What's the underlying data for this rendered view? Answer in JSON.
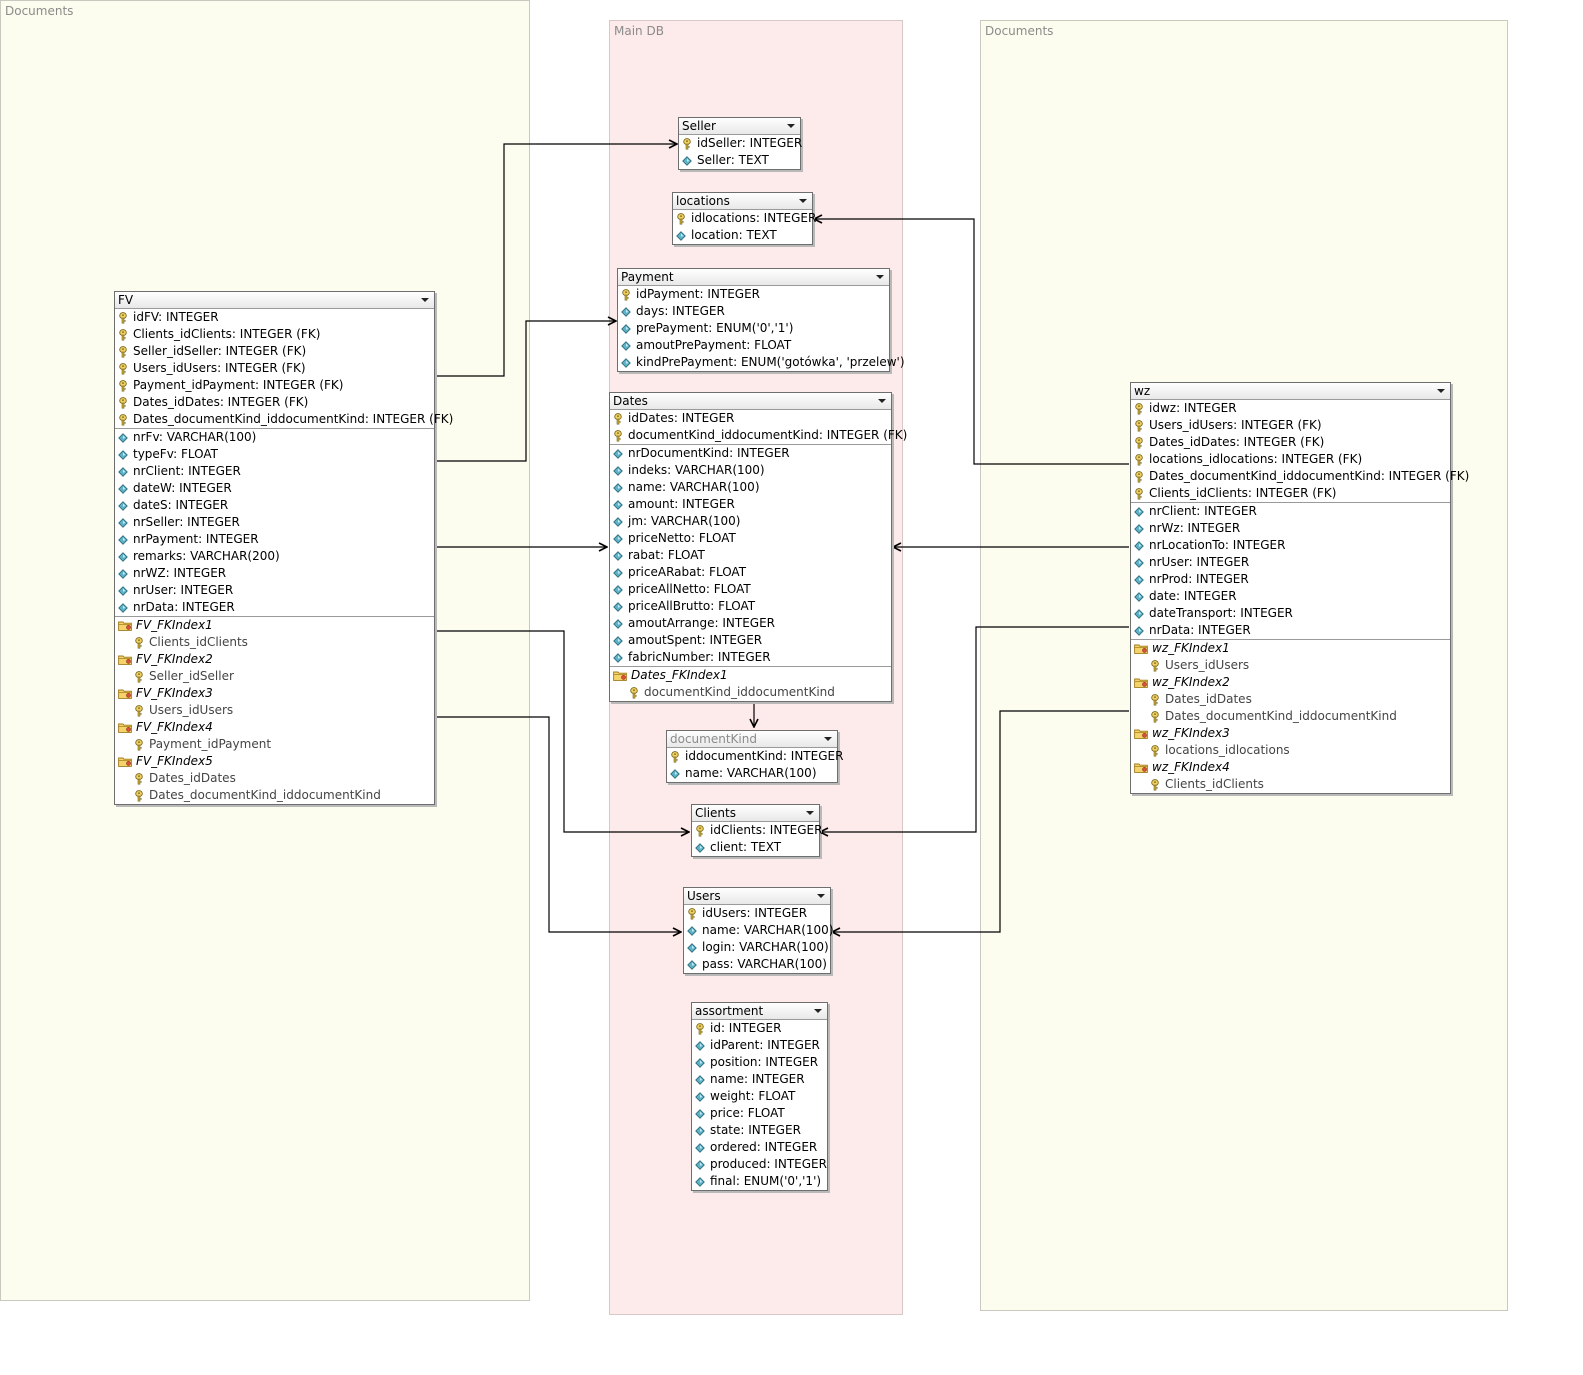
{
  "regions": {
    "left": "Documents",
    "middle": "Main DB",
    "right": "Documents"
  },
  "tables": {
    "seller": {
      "title": "Seller",
      "sections": [
        [
          {
            "icon": "key",
            "text": "idSeller: INTEGER"
          },
          {
            "icon": "diamond",
            "text": "Seller: TEXT"
          }
        ]
      ]
    },
    "locations": {
      "title": "locations",
      "sections": [
        [
          {
            "icon": "key",
            "text": "idlocations: INTEGER"
          },
          {
            "icon": "diamond",
            "text": "location: TEXT"
          }
        ]
      ]
    },
    "payment": {
      "title": "Payment",
      "sections": [
        [
          {
            "icon": "key",
            "text": "idPayment: INTEGER"
          },
          {
            "icon": "diamond",
            "text": "days: INTEGER"
          },
          {
            "icon": "diamond",
            "text": "prePayment: ENUM('0','1')"
          },
          {
            "icon": "diamond",
            "text": "amoutPrePayment: FLOAT"
          },
          {
            "icon": "diamond",
            "text": "kindPrePayment: ENUM('gotówka', 'przelew')"
          }
        ]
      ]
    },
    "dates": {
      "title": "Dates",
      "sections": [
        [
          {
            "icon": "key",
            "text": "idDates: INTEGER"
          },
          {
            "icon": "key",
            "text": "documentKind_iddocumentKind: INTEGER (FK)"
          }
        ],
        [
          {
            "icon": "diamond",
            "text": "nrDocumentKind: INTEGER"
          },
          {
            "icon": "diamond",
            "text": "indeks: VARCHAR(100)"
          },
          {
            "icon": "diamond",
            "text": "name: VARCHAR(100)"
          },
          {
            "icon": "diamond",
            "text": "amount: INTEGER"
          },
          {
            "icon": "diamond",
            "text": "jm: VARCHAR(100)"
          },
          {
            "icon": "diamond",
            "text": "priceNetto: FLOAT"
          },
          {
            "icon": "diamond",
            "text": "rabat: FLOAT"
          },
          {
            "icon": "diamond",
            "text": "priceARabat: FLOAT"
          },
          {
            "icon": "diamond",
            "text": "priceAllNetto: FLOAT"
          },
          {
            "icon": "diamond",
            "text": "priceAllBrutto: FLOAT"
          },
          {
            "icon": "diamond",
            "text": "amoutArrange: INTEGER"
          },
          {
            "icon": "diamond",
            "text": "amoutSpent: INTEGER"
          },
          {
            "icon": "diamond",
            "text": "fabricNumber: INTEGER"
          }
        ],
        [
          {
            "icon": "folder",
            "text": "Dates_FKIndex1",
            "kind": "index"
          },
          {
            "icon": "key",
            "text": "documentKind_iddocumentKind",
            "kind": "indexcol"
          }
        ]
      ]
    },
    "documentkind": {
      "title": "documentKind",
      "dim": true,
      "sections": [
        [
          {
            "icon": "key",
            "text": "iddocumentKind: INTEGER"
          },
          {
            "icon": "diamond",
            "text": "name: VARCHAR(100)"
          }
        ]
      ]
    },
    "clients": {
      "title": "Clients",
      "sections": [
        [
          {
            "icon": "key",
            "text": "idClients: INTEGER"
          },
          {
            "icon": "diamond",
            "text": "client: TEXT"
          }
        ]
      ]
    },
    "users": {
      "title": "Users",
      "sections": [
        [
          {
            "icon": "key",
            "text": "idUsers: INTEGER"
          },
          {
            "icon": "diamond",
            "text": "name: VARCHAR(100)"
          },
          {
            "icon": "diamond",
            "text": "login: VARCHAR(100)"
          },
          {
            "icon": "diamond",
            "text": "pass: VARCHAR(100)"
          }
        ]
      ]
    },
    "assortment": {
      "title": "assortment",
      "sections": [
        [
          {
            "icon": "key",
            "text": "id: INTEGER"
          },
          {
            "icon": "diamond",
            "text": "idParent: INTEGER"
          },
          {
            "icon": "diamond",
            "text": "position: INTEGER"
          },
          {
            "icon": "diamond",
            "text": "name: INTEGER"
          },
          {
            "icon": "diamond",
            "text": "weight: FLOAT"
          },
          {
            "icon": "diamond",
            "text": "price: FLOAT"
          },
          {
            "icon": "diamond",
            "text": "state: INTEGER"
          },
          {
            "icon": "diamond",
            "text": "ordered: INTEGER"
          },
          {
            "icon": "diamond",
            "text": "produced: INTEGER"
          },
          {
            "icon": "diamond",
            "text": "final: ENUM('0','1')"
          }
        ]
      ]
    },
    "fv": {
      "title": "FV",
      "sections": [
        [
          {
            "icon": "key",
            "text": "idFV: INTEGER"
          },
          {
            "icon": "key",
            "text": "Clients_idClients: INTEGER (FK)"
          },
          {
            "icon": "key",
            "text": "Seller_idSeller: INTEGER (FK)"
          },
          {
            "icon": "key",
            "text": "Users_idUsers: INTEGER (FK)"
          },
          {
            "icon": "key",
            "text": "Payment_idPayment: INTEGER (FK)"
          },
          {
            "icon": "key",
            "text": "Dates_idDates: INTEGER (FK)"
          },
          {
            "icon": "key",
            "text": "Dates_documentKind_iddocumentKind: INTEGER (FK)"
          }
        ],
        [
          {
            "icon": "diamond",
            "text": "nrFv: VARCHAR(100)"
          },
          {
            "icon": "diamond",
            "text": "typeFv: FLOAT"
          },
          {
            "icon": "diamond",
            "text": "nrClient: INTEGER"
          },
          {
            "icon": "diamond",
            "text": "dateW: INTEGER"
          },
          {
            "icon": "diamond",
            "text": "dateS: INTEGER"
          },
          {
            "icon": "diamond",
            "text": "nrSeller: INTEGER"
          },
          {
            "icon": "diamond",
            "text": "nrPayment: INTEGER"
          },
          {
            "icon": "diamond",
            "text": "remarks: VARCHAR(200)"
          },
          {
            "icon": "diamond",
            "text": "nrWZ: INTEGER"
          },
          {
            "icon": "diamond",
            "text": "nrUser: INTEGER"
          },
          {
            "icon": "diamond",
            "text": "nrData: INTEGER"
          }
        ],
        [
          {
            "icon": "folder",
            "text": "FV_FKIndex1",
            "kind": "index"
          },
          {
            "icon": "key",
            "text": "Clients_idClients",
            "kind": "indexcol"
          },
          {
            "icon": "folder",
            "text": "FV_FKIndex2",
            "kind": "index"
          },
          {
            "icon": "key",
            "text": "Seller_idSeller",
            "kind": "indexcol"
          },
          {
            "icon": "folder",
            "text": "FV_FKIndex3",
            "kind": "index"
          },
          {
            "icon": "key",
            "text": "Users_idUsers",
            "kind": "indexcol"
          },
          {
            "icon": "folder",
            "text": "FV_FKIndex4",
            "kind": "index"
          },
          {
            "icon": "key",
            "text": "Payment_idPayment",
            "kind": "indexcol"
          },
          {
            "icon": "folder",
            "text": "FV_FKIndex5",
            "kind": "index"
          },
          {
            "icon": "key",
            "text": "Dates_idDates",
            "kind": "indexcol"
          },
          {
            "icon": "key",
            "text": "Dates_documentKind_iddocumentKind",
            "kind": "indexcol"
          }
        ]
      ]
    },
    "wz": {
      "title": "wz",
      "sections": [
        [
          {
            "icon": "key",
            "text": "idwz: INTEGER"
          },
          {
            "icon": "key",
            "text": "Users_idUsers: INTEGER (FK)"
          },
          {
            "icon": "key",
            "text": "Dates_idDates: INTEGER (FK)"
          },
          {
            "icon": "key",
            "text": "locations_idlocations: INTEGER (FK)"
          },
          {
            "icon": "key",
            "text": "Dates_documentKind_iddocumentKind: INTEGER (FK)"
          },
          {
            "icon": "key",
            "text": "Clients_idClients: INTEGER (FK)"
          }
        ],
        [
          {
            "icon": "diamond",
            "text": "nrClient: INTEGER"
          },
          {
            "icon": "diamond",
            "text": "nrWz: INTEGER"
          },
          {
            "icon": "diamond",
            "text": "nrLocationTo: INTEGER"
          },
          {
            "icon": "diamond",
            "text": "nrUser: INTEGER"
          },
          {
            "icon": "diamond",
            "text": "nrProd: INTEGER"
          },
          {
            "icon": "diamond",
            "text": "date: INTEGER"
          },
          {
            "icon": "diamond",
            "text": "dateTransport: INTEGER"
          },
          {
            "icon": "diamond",
            "text": "nrData: INTEGER"
          }
        ],
        [
          {
            "icon": "folder",
            "text": "wz_FKIndex1",
            "kind": "index"
          },
          {
            "icon": "key",
            "text": "Users_idUsers",
            "kind": "indexcol"
          },
          {
            "icon": "folder",
            "text": "wz_FKIndex2",
            "kind": "index"
          },
          {
            "icon": "key",
            "text": "Dates_idDates",
            "kind": "indexcol"
          },
          {
            "icon": "key",
            "text": "Dates_documentKind_iddocumentKind",
            "kind": "indexcol"
          },
          {
            "icon": "folder",
            "text": "wz_FKIndex3",
            "kind": "index"
          },
          {
            "icon": "key",
            "text": "locations_idlocations",
            "kind": "indexcol"
          },
          {
            "icon": "folder",
            "text": "wz_FKIndex4",
            "kind": "index"
          },
          {
            "icon": "key",
            "text": "Clients_idClients",
            "kind": "indexcol"
          }
        ]
      ]
    }
  }
}
